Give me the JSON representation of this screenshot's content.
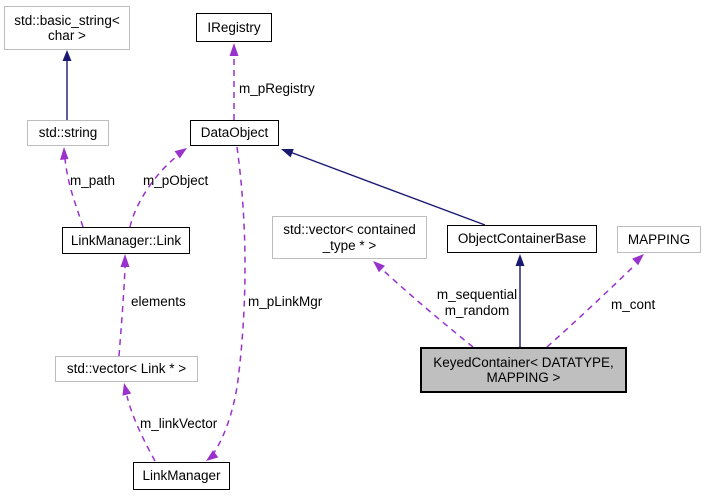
{
  "nodes": {
    "basic_string": {
      "line1": "std::basic_string<",
      "line2": "char >"
    },
    "iregistry": {
      "label": "IRegistry"
    },
    "std_string": {
      "label": "std::string"
    },
    "data_object": {
      "label": "DataObject"
    },
    "link_manager_link": {
      "label": "LinkManager::Link"
    },
    "vector_contained": {
      "line1": "std::vector< contained",
      "line2": "_type * >"
    },
    "object_container_base": {
      "label": "ObjectContainerBase"
    },
    "mapping": {
      "label": "MAPPING"
    },
    "vector_link": {
      "label": "std::vector< Link * >"
    },
    "keyed_container": {
      "line1": "KeyedContainer< DATATYPE,",
      "line2": "MAPPING >"
    },
    "link_manager": {
      "label": "LinkManager"
    }
  },
  "edge_labels": {
    "m_pRegistry": "m_pRegistry",
    "m_path": "m_path",
    "m_pObject": "m_pObject",
    "elements": "elements",
    "m_pLinkMgr": "m_pLinkMgr",
    "m_sequential": "m_sequential",
    "m_random": "m_random",
    "m_cont": "m_cont",
    "m_linkVector": "m_linkVector"
  },
  "colors": {
    "usage_edge": "#9932CC",
    "inheritance_edge": "#191970",
    "focus_node_fill": "#BFBFBF",
    "documented_border": "#000000",
    "undocumented_border": "#BDBDBD",
    "background": "#FFFFFF"
  }
}
